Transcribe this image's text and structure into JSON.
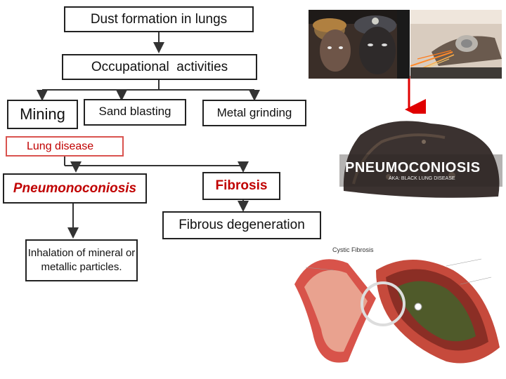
{
  "flowchart": {
    "title": "Dust formation in lungs",
    "occupational": "Occupational  activities",
    "mining": "Mining",
    "sand_blasting": "Sand blasting",
    "metal_grinding": "Metal grinding",
    "lung_disease": "Lung disease",
    "pneumonoconiosis": "Pneumonoconiosis",
    "fibrosis": "Fibrosis",
    "fibrous_degeneration": "Fibrous degeneration",
    "inhalation": "Inhalation of mineral or metallic particles."
  },
  "images": {
    "pneumo_title": "PNEUMOCONIOSIS",
    "pneumo_subtitle": "AKA: BLACK LUNG DISEASE",
    "cf_title": "Cystic Fibrosis"
  },
  "colors": {
    "accent_red": "#c00000",
    "box_border": "#222222"
  }
}
